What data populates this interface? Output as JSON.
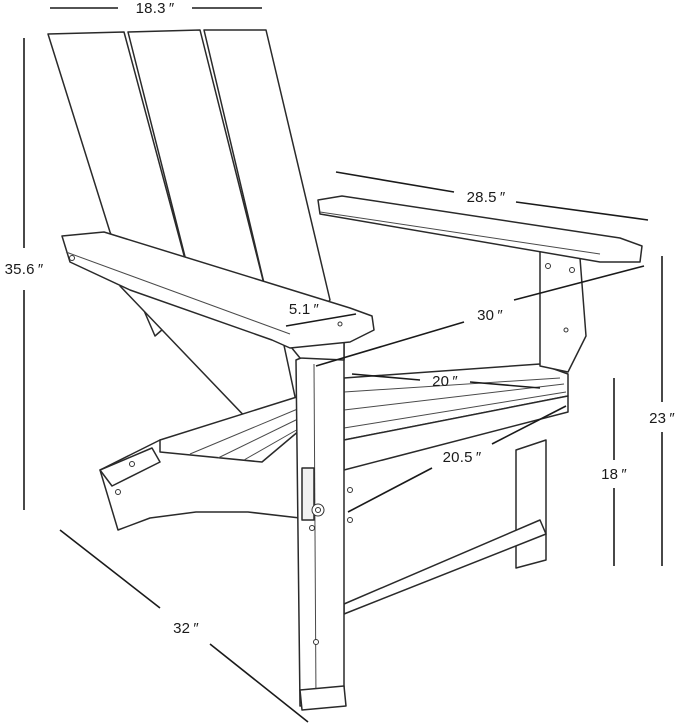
{
  "dimensions": {
    "overall_width": "18.3 ″",
    "overall_height": "35.6 ″",
    "armrest_length": "28.5 ″",
    "armrest_width": "5.1 ″",
    "chair_width": "30 ″",
    "seat_depth": "20 ″",
    "seat_width": "20.5 ″",
    "armrest_height": "23 ″",
    "seat_height": "18 ″",
    "overall_depth": "32 ″"
  }
}
